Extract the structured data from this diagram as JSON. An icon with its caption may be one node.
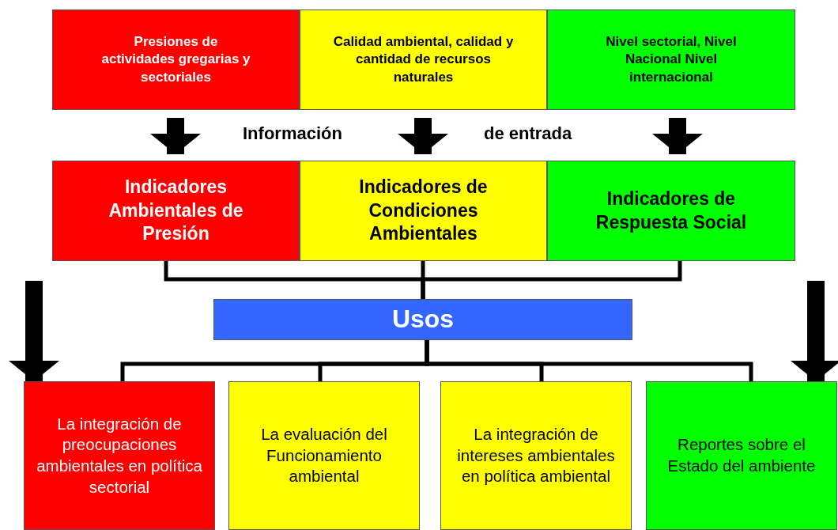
{
  "diagram": {
    "nodes": [
      {
        "text": [
          "Presiones de actividades gregarias y sectoriales"
        ]
      },
      {
        "text": [
          "Calidad ambiental, calidad y cantidad de recursos naturales"
        ]
      },
      {
        "text": [
          "Nivel sectorial, Nivel Nacional Nivel internacional"
        ]
      },
      {
        "text": [
          "Indicadores Ambientales de Presión"
        ]
      },
      {
        "text": [
          "Indicadores de Condiciones Ambientales"
        ]
      },
      {
        "text": [
          "Indicadores de Respuesta Social"
        ]
      },
      {
        "text": [
          "Usos"
        ]
      },
      {
        "text": [
          "La integración de preocupaciones ambientales en política sectorial"
        ]
      },
      {
        "text": [
          "La evaluación del Funcionamiento ambiental"
        ]
      },
      {
        "text": [
          "La integración de intereses ambientales en política ambiental"
        ]
      },
      {
        "text": [
          "Reportes sobre el Estado del ambiente"
        ]
      }
    ],
    "edges": [
      {
        "from": 0,
        "to": 3,
        "arrow": "to",
        "style": "thick"
      },
      {
        "from": 1,
        "to": 4,
        "arrow": "to",
        "style": "thick"
      },
      {
        "from": 2,
        "to": 5,
        "arrow": "to",
        "style": "thick"
      },
      {
        "from": 3,
        "to": 6,
        "arrow": "none"
      },
      {
        "from": 4,
        "to": 6,
        "arrow": "none"
      },
      {
        "from": 5,
        "to": 6,
        "arrow": "none"
      },
      {
        "from": 6,
        "to": 7,
        "arrow": "none"
      },
      {
        "from": 6,
        "to": 8,
        "arrow": "none"
      },
      {
        "from": 6,
        "to": 9,
        "arrow": "none"
      },
      {
        "from": 6,
        "to": 10,
        "arrow": "none"
      },
      {
        "from": null,
        "to": 7,
        "arrow": "to",
        "style": "thick"
      },
      {
        "from": null,
        "to": 10,
        "arrow": "to",
        "style": "thick"
      }
    ],
    "labels": [
      "Información",
      "de entrada"
    ]
  }
}
